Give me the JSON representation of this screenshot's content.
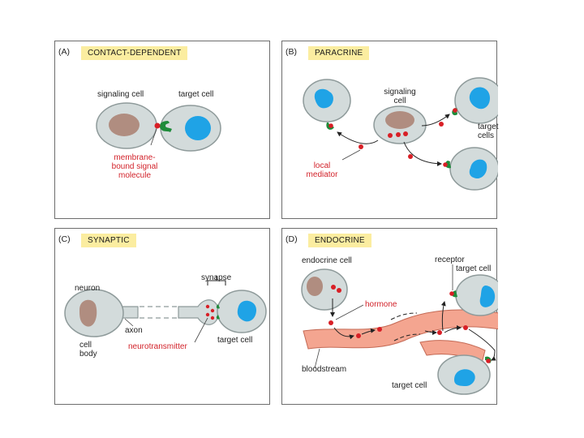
{
  "panels": {
    "a": {
      "tag": "(A)",
      "title": "CONTACT-DEPENDENT",
      "labels": {
        "signaling_cell": "signaling cell",
        "target_cell": "target cell",
        "signal_line1": "membrane-",
        "signal_line2": "bound signal",
        "signal_line3": "molecule"
      }
    },
    "b": {
      "tag": "(B)",
      "title": "PARACRINE",
      "labels": {
        "signaling_line1": "signaling",
        "signaling_line2": "cell",
        "target_line1": "target",
        "target_line2": "cells",
        "mediator_line1": "local",
        "mediator_line2": "mediator"
      }
    },
    "c": {
      "tag": "(C)",
      "title": "SYNAPTIC",
      "labels": {
        "synapse": "synapse",
        "neuron": "neuron",
        "axon": "axon",
        "body_line1": "cell",
        "body_line2": "body",
        "neurotransmitter": "neurotransmitter",
        "target_cell": "target cell"
      }
    },
    "d": {
      "tag": "(D)",
      "title": "ENDOCRINE",
      "labels": {
        "endocrine_cell": "endocrine cell",
        "receptor": "receptor",
        "target_cell_top": "target cell",
        "hormone": "hormone",
        "bloodstream": "bloodstream",
        "target_cell_bottom": "target cell"
      }
    }
  },
  "colors": {
    "cell_fill": "#d3dbdb",
    "cell_stroke": "#8e9a9a",
    "nucleus_brown": "#b08d80",
    "nucleus_blue": "#1fa3e6",
    "signal_red": "#d81f26",
    "receptor_green": "#1e8b3a",
    "blood_pink": "#f4a590",
    "title_yellow": "#fbeda0"
  }
}
